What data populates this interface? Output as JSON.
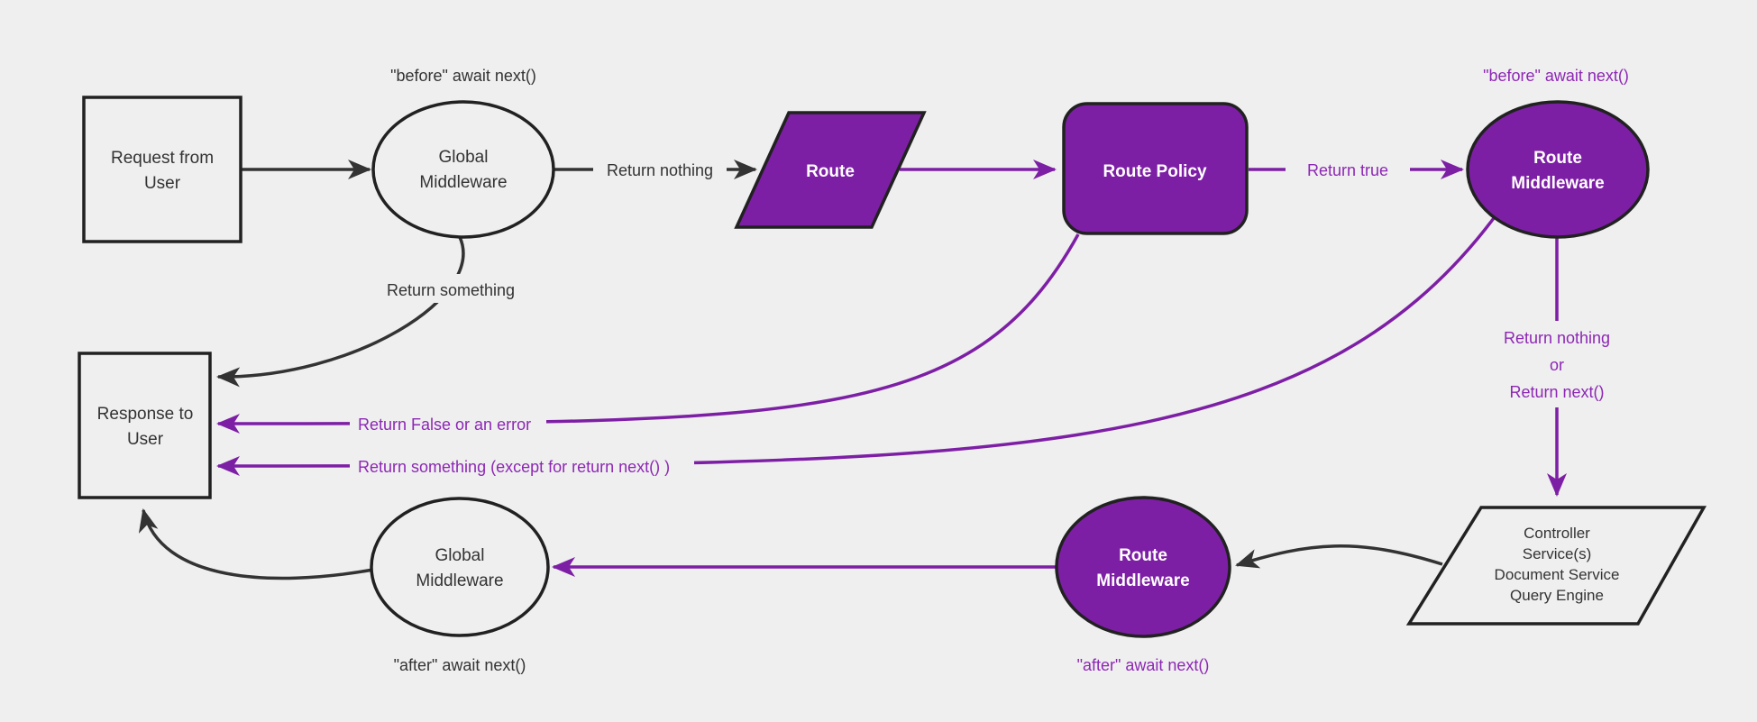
{
  "colors": {
    "background": "#efefef",
    "purple": "#7d1fa5",
    "purple_text": "#8d27b5",
    "dark": "#333333",
    "node_border": "#212121",
    "light_fill": "#efefef",
    "white_text": "#ffffff"
  },
  "nodes": {
    "request": {
      "line1": "Request from",
      "line2": "User"
    },
    "global_middleware_top": {
      "line1": "Global",
      "line2": "Middleware"
    },
    "route": {
      "label": "Route"
    },
    "route_policy": {
      "label": "Route Policy"
    },
    "route_middleware_top": {
      "line1": "Route",
      "line2": "Middleware"
    },
    "controller": {
      "line1": "Controller",
      "line2": "Service(s)",
      "line3": "Document Service",
      "line4": "Query Engine"
    },
    "route_middleware_bottom": {
      "line1": "Route",
      "line2": "Middleware"
    },
    "global_middleware_bottom": {
      "line1": "Global",
      "line2": "Middleware"
    },
    "response": {
      "line1": "Response to",
      "line2": "User"
    }
  },
  "edge_labels": {
    "before_await_next_global": "\"before\" await next()",
    "return_nothing": "Return nothing",
    "return_something": "Return something",
    "return_true": "Return true",
    "before_await_next_route": "\"before\" await next()",
    "return_nothing_or_line1": "Return nothing",
    "return_nothing_or_line2": "or",
    "return_nothing_or_line3": "Return next()",
    "return_false_or_error": "Return False or an error",
    "return_something_except": "Return something (except for return next() )",
    "after_await_next_route": "\"after\" await next()",
    "after_await_next_global": "\"after\" await next()"
  }
}
